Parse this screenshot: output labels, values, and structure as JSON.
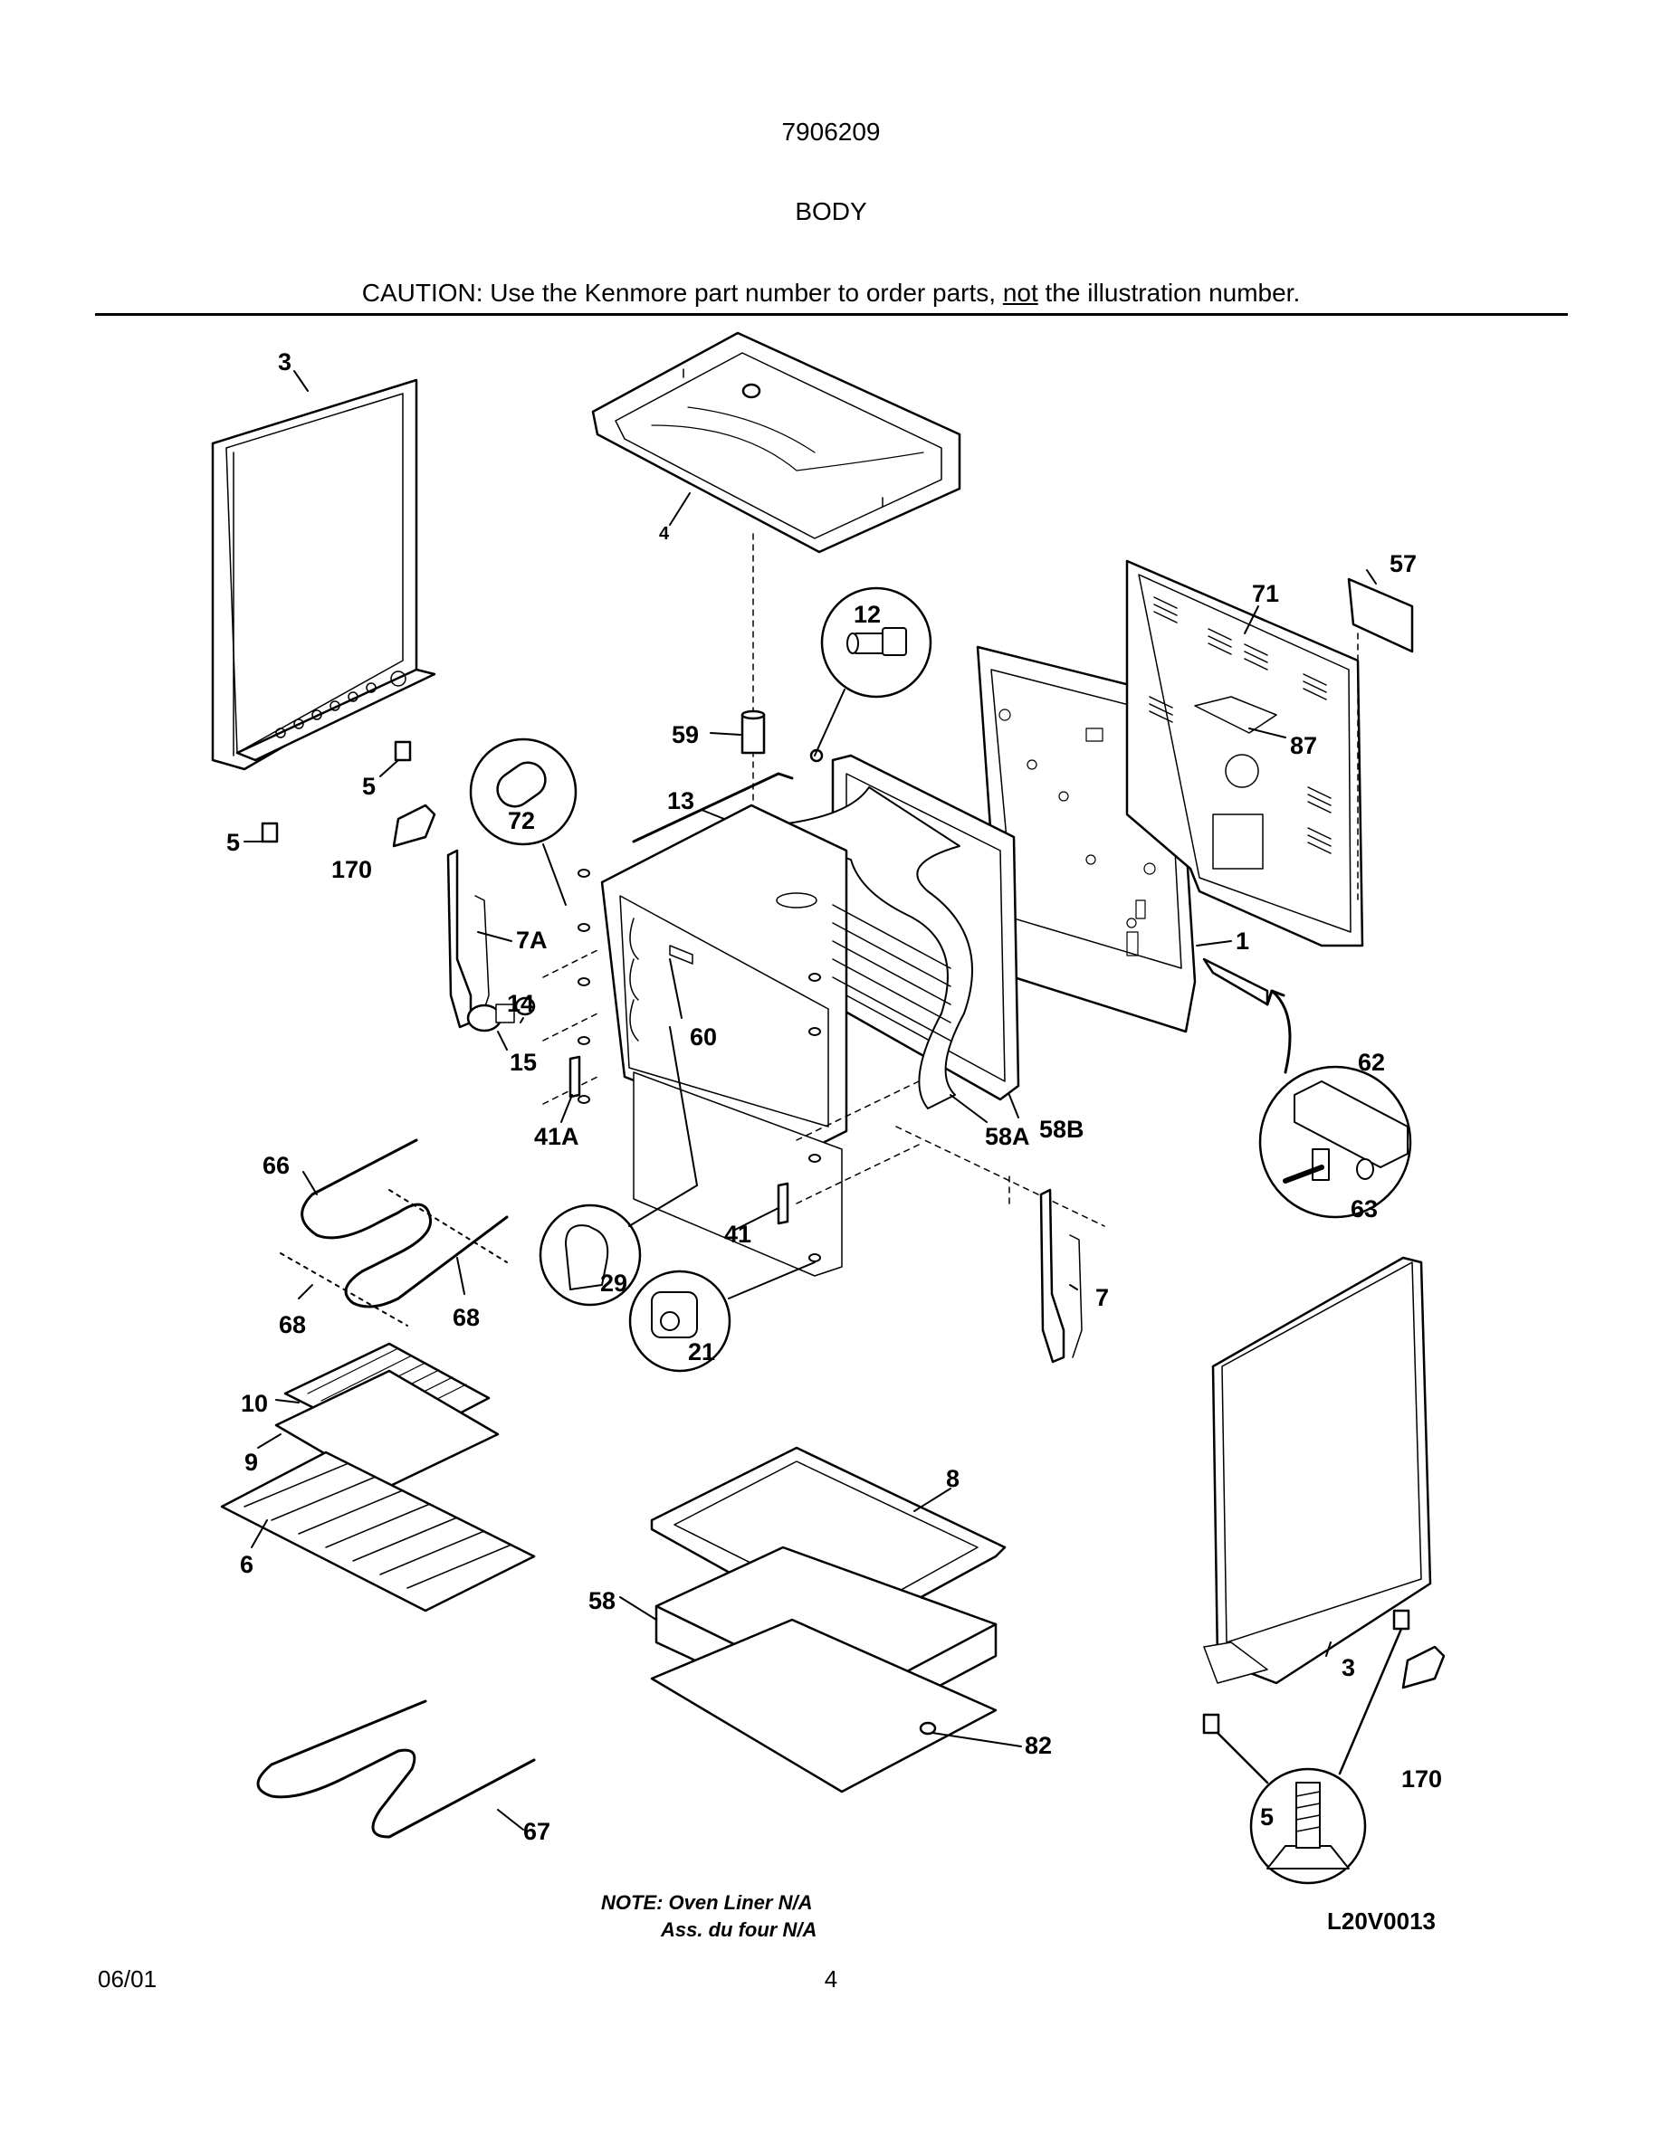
{
  "header": {
    "doc_number": "7906209",
    "section": "BODY",
    "caution_prefix": "CAUTION: Use the Kenmore part number to order parts, ",
    "caution_emphasis": "not",
    "caution_suffix": " the illustration number."
  },
  "callouts": {
    "c3a": "3",
    "c4": "4",
    "c57": "57",
    "c71": "71",
    "c12": "12",
    "c59": "59",
    "c87": "87",
    "c5a": "5",
    "c5b": "5",
    "c13": "13",
    "c72": "72",
    "c170a": "170",
    "c7A": "7A",
    "c1": "1",
    "c14": "14",
    "c60": "60",
    "c62": "62",
    "c15": "15",
    "c41A": "41A",
    "c58A": "58A",
    "c58B": "58B",
    "c66": "66",
    "c63": "63",
    "c41": "41",
    "c29": "29",
    "c7": "7",
    "c68a": "68",
    "c68b": "68",
    "c21": "21",
    "c10": "10",
    "c9": "9",
    "c8": "8",
    "c6": "6",
    "c58": "58",
    "c3b": "3",
    "c82": "82",
    "c170b": "170",
    "c5c": "5",
    "c67": "67"
  },
  "notes": {
    "line1": "NOTE: Oven Liner N/A",
    "line2": "Ass. du four N/A"
  },
  "illustration_code": "L20V0013",
  "footer": {
    "date": "06/01",
    "page": "4"
  }
}
